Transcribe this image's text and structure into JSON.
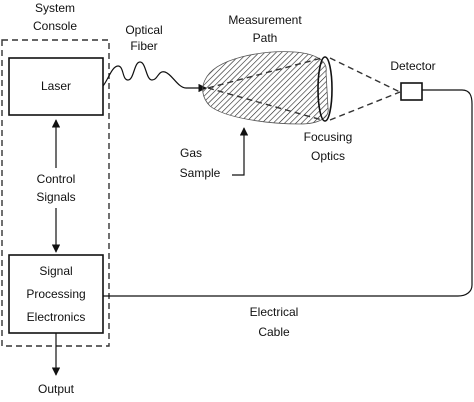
{
  "labels": {
    "system_console_line1": "System",
    "system_console_line2": "Console",
    "optical_fiber_line1": "Optical",
    "optical_fiber_line2": "Fiber",
    "measurement_path_line1": "Measurement",
    "measurement_path_line2": "Path",
    "detector": "Detector",
    "laser": "Laser",
    "control_signals_line1": "Control",
    "control_signals_line2": "Signals",
    "gas_sample_line1": "Gas",
    "gas_sample_line2": "Sample",
    "focusing_optics_line1": "Focusing",
    "focusing_optics_line2": "Optics",
    "signal_processing_line1": "Signal",
    "signal_processing_line2": "Processing",
    "signal_processing_line3": "Electronics",
    "electrical_cable_line1": "Electrical",
    "electrical_cable_line2": "Cable",
    "output": "Output"
  },
  "colors": {
    "line": "#111111",
    "dashed_border": "#333333",
    "background": "#ffffff"
  }
}
